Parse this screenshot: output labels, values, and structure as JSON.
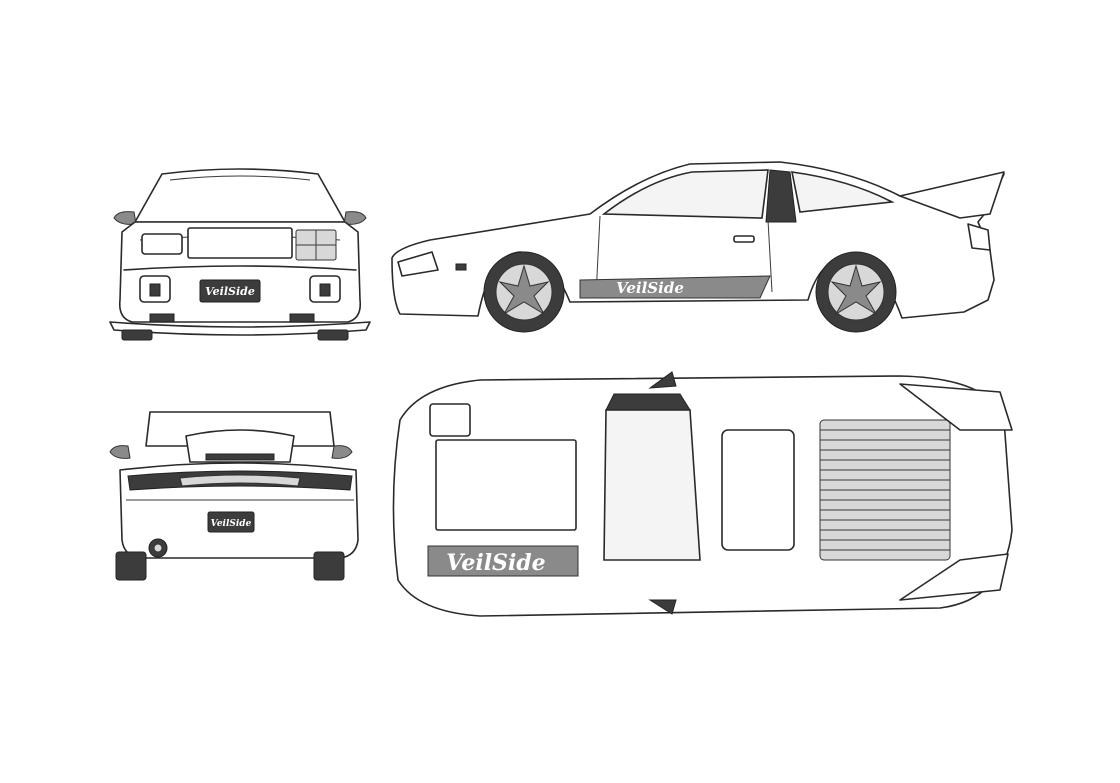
{
  "brand": {
    "name": "VeilSide",
    "accent_color": "#3c3c3c",
    "stripe_color": "#9a9a9a"
  },
  "views": [
    {
      "id": "front",
      "name": "front-view"
    },
    {
      "id": "side",
      "name": "side-view"
    },
    {
      "id": "rear",
      "name": "rear-view"
    },
    {
      "id": "top",
      "name": "top-view"
    }
  ]
}
